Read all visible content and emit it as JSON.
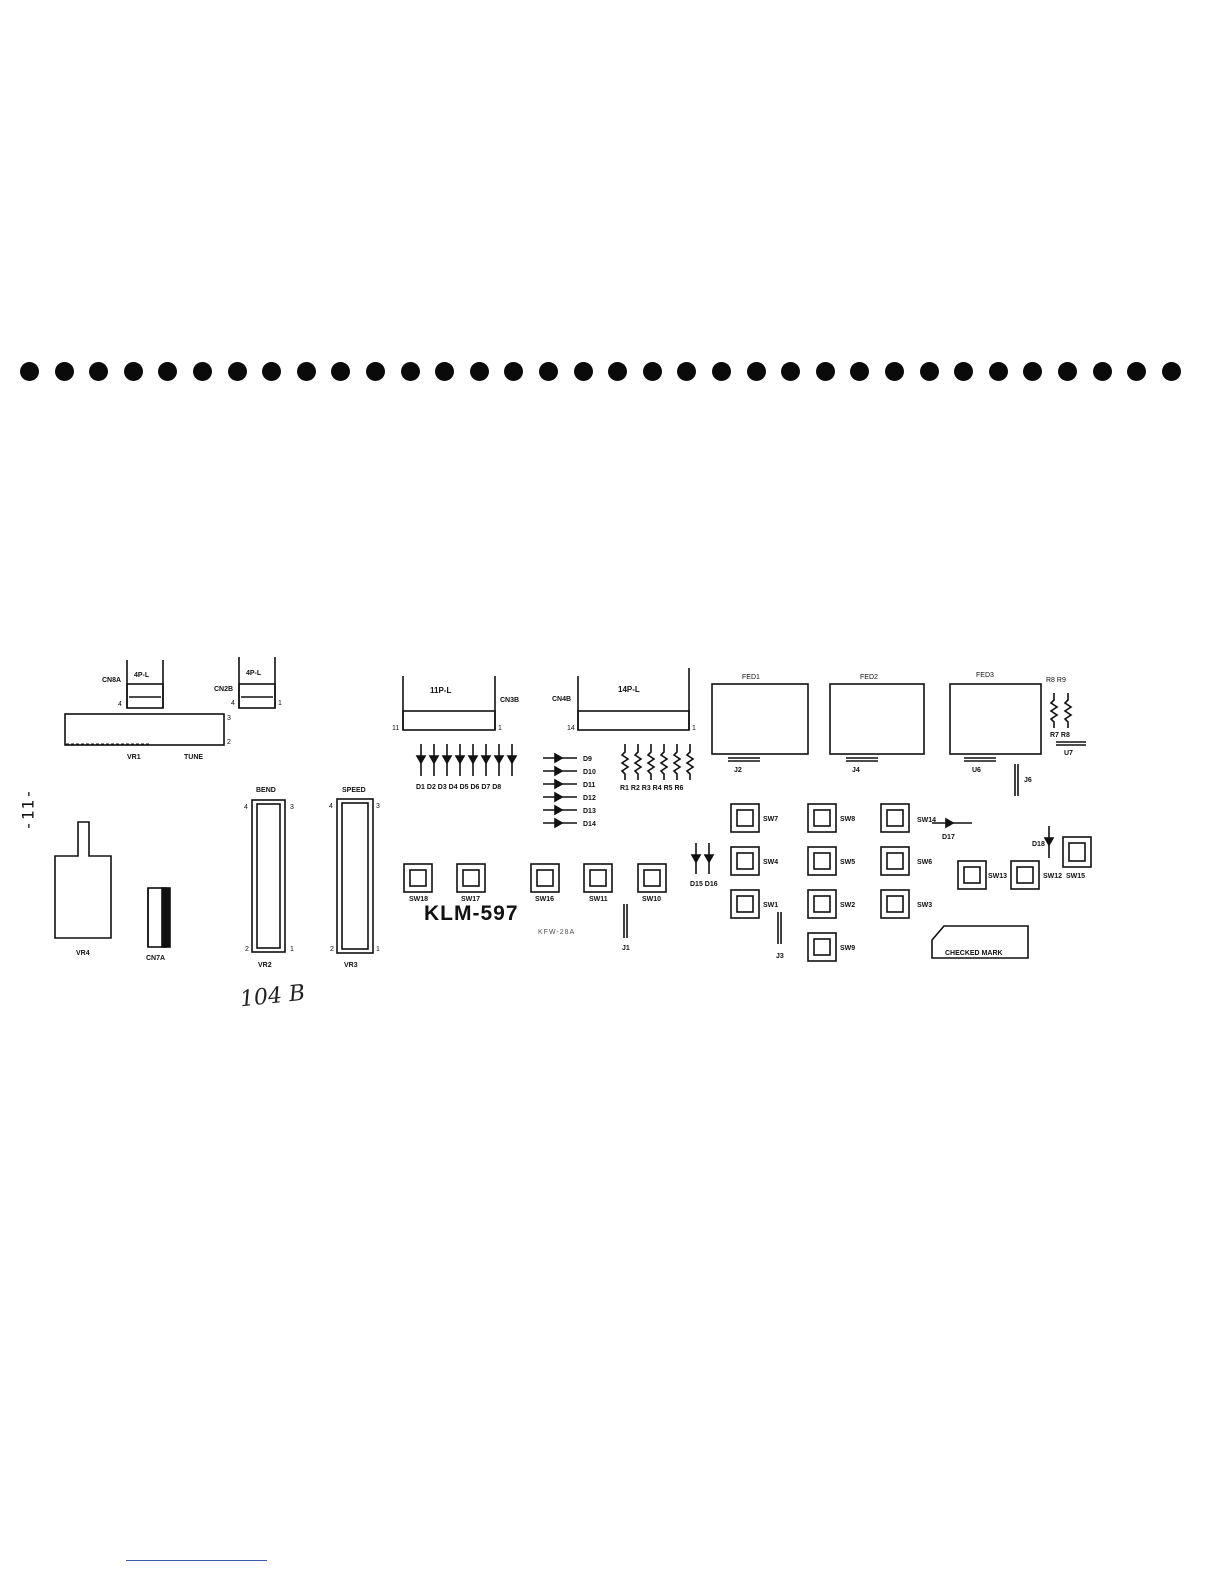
{
  "page_number": "-11-",
  "handwritten_note": "104 B",
  "board": {
    "title": "KLM-597",
    "checked_mark": "CHECKED MARK",
    "sub_code": "KFW-28A"
  },
  "connectors": {
    "cn8a": {
      "name": "CN8A",
      "type": "4P-L",
      "pin_left": "4"
    },
    "cn2b": {
      "name": "CN2B",
      "type": "4P-L",
      "pin_left": "4",
      "pin_right": "1"
    },
    "cn3b": {
      "name": "CN3B",
      "type": "11P-L",
      "pin_left": "11",
      "pin_right": "1"
    },
    "cn4b": {
      "name": "CN4B",
      "type": "14P-L",
      "pin_left": "14",
      "pin_right": "1"
    },
    "cn7a": {
      "name": "CN7A"
    }
  },
  "controls": {
    "vr1": "VR1",
    "vr1_tune": "TUNE",
    "vr2": "VR2",
    "vr2_caption": "BEND",
    "vr3": "VR3",
    "vr3_caption": "SPEED",
    "vr4": "VR4",
    "vr1_pins": [
      "3",
      "2"
    ],
    "slider_pins": {
      "top_left": "4",
      "top_right": "3",
      "bottom_left": "2",
      "bottom_right": "1"
    }
  },
  "displays": [
    "FED1",
    "FED2",
    "FED3"
  ],
  "jumpers": {
    "j1": "J1",
    "j2": "J2",
    "j3": "J3",
    "j4": "J4",
    "j6": "J6",
    "u6": "U6",
    "u7": "U7"
  },
  "diode_row_label": "D1 D2 D3 D4 D5 D6 D7 D8",
  "diodes_vertical": [
    "D9",
    "D10",
    "D11",
    "D12",
    "D13",
    "D14"
  ],
  "resistor_row_label": "R1 R2 R3 R4 R5 R6",
  "resistors_small": {
    "top": "R8 R9",
    "bottom": "R7 R8"
  },
  "diode_misc": {
    "d15_16": "D15 D16",
    "d17": "D17",
    "d18": "D18"
  },
  "switches": {
    "sw1": "SW1",
    "sw2": "SW2",
    "sw3": "SW3",
    "sw4": "SW4",
    "sw5": "SW5",
    "sw6": "SW6",
    "sw7": "SW7",
    "sw8": "SW8",
    "sw9": "SW9",
    "sw10": "SW10",
    "sw11": "SW11",
    "sw12": "SW12",
    "sw13": "SW13",
    "sw14": "SW14",
    "sw15": "SW15",
    "sw16": "SW16",
    "sw17": "SW17",
    "sw18": "SW18"
  }
}
